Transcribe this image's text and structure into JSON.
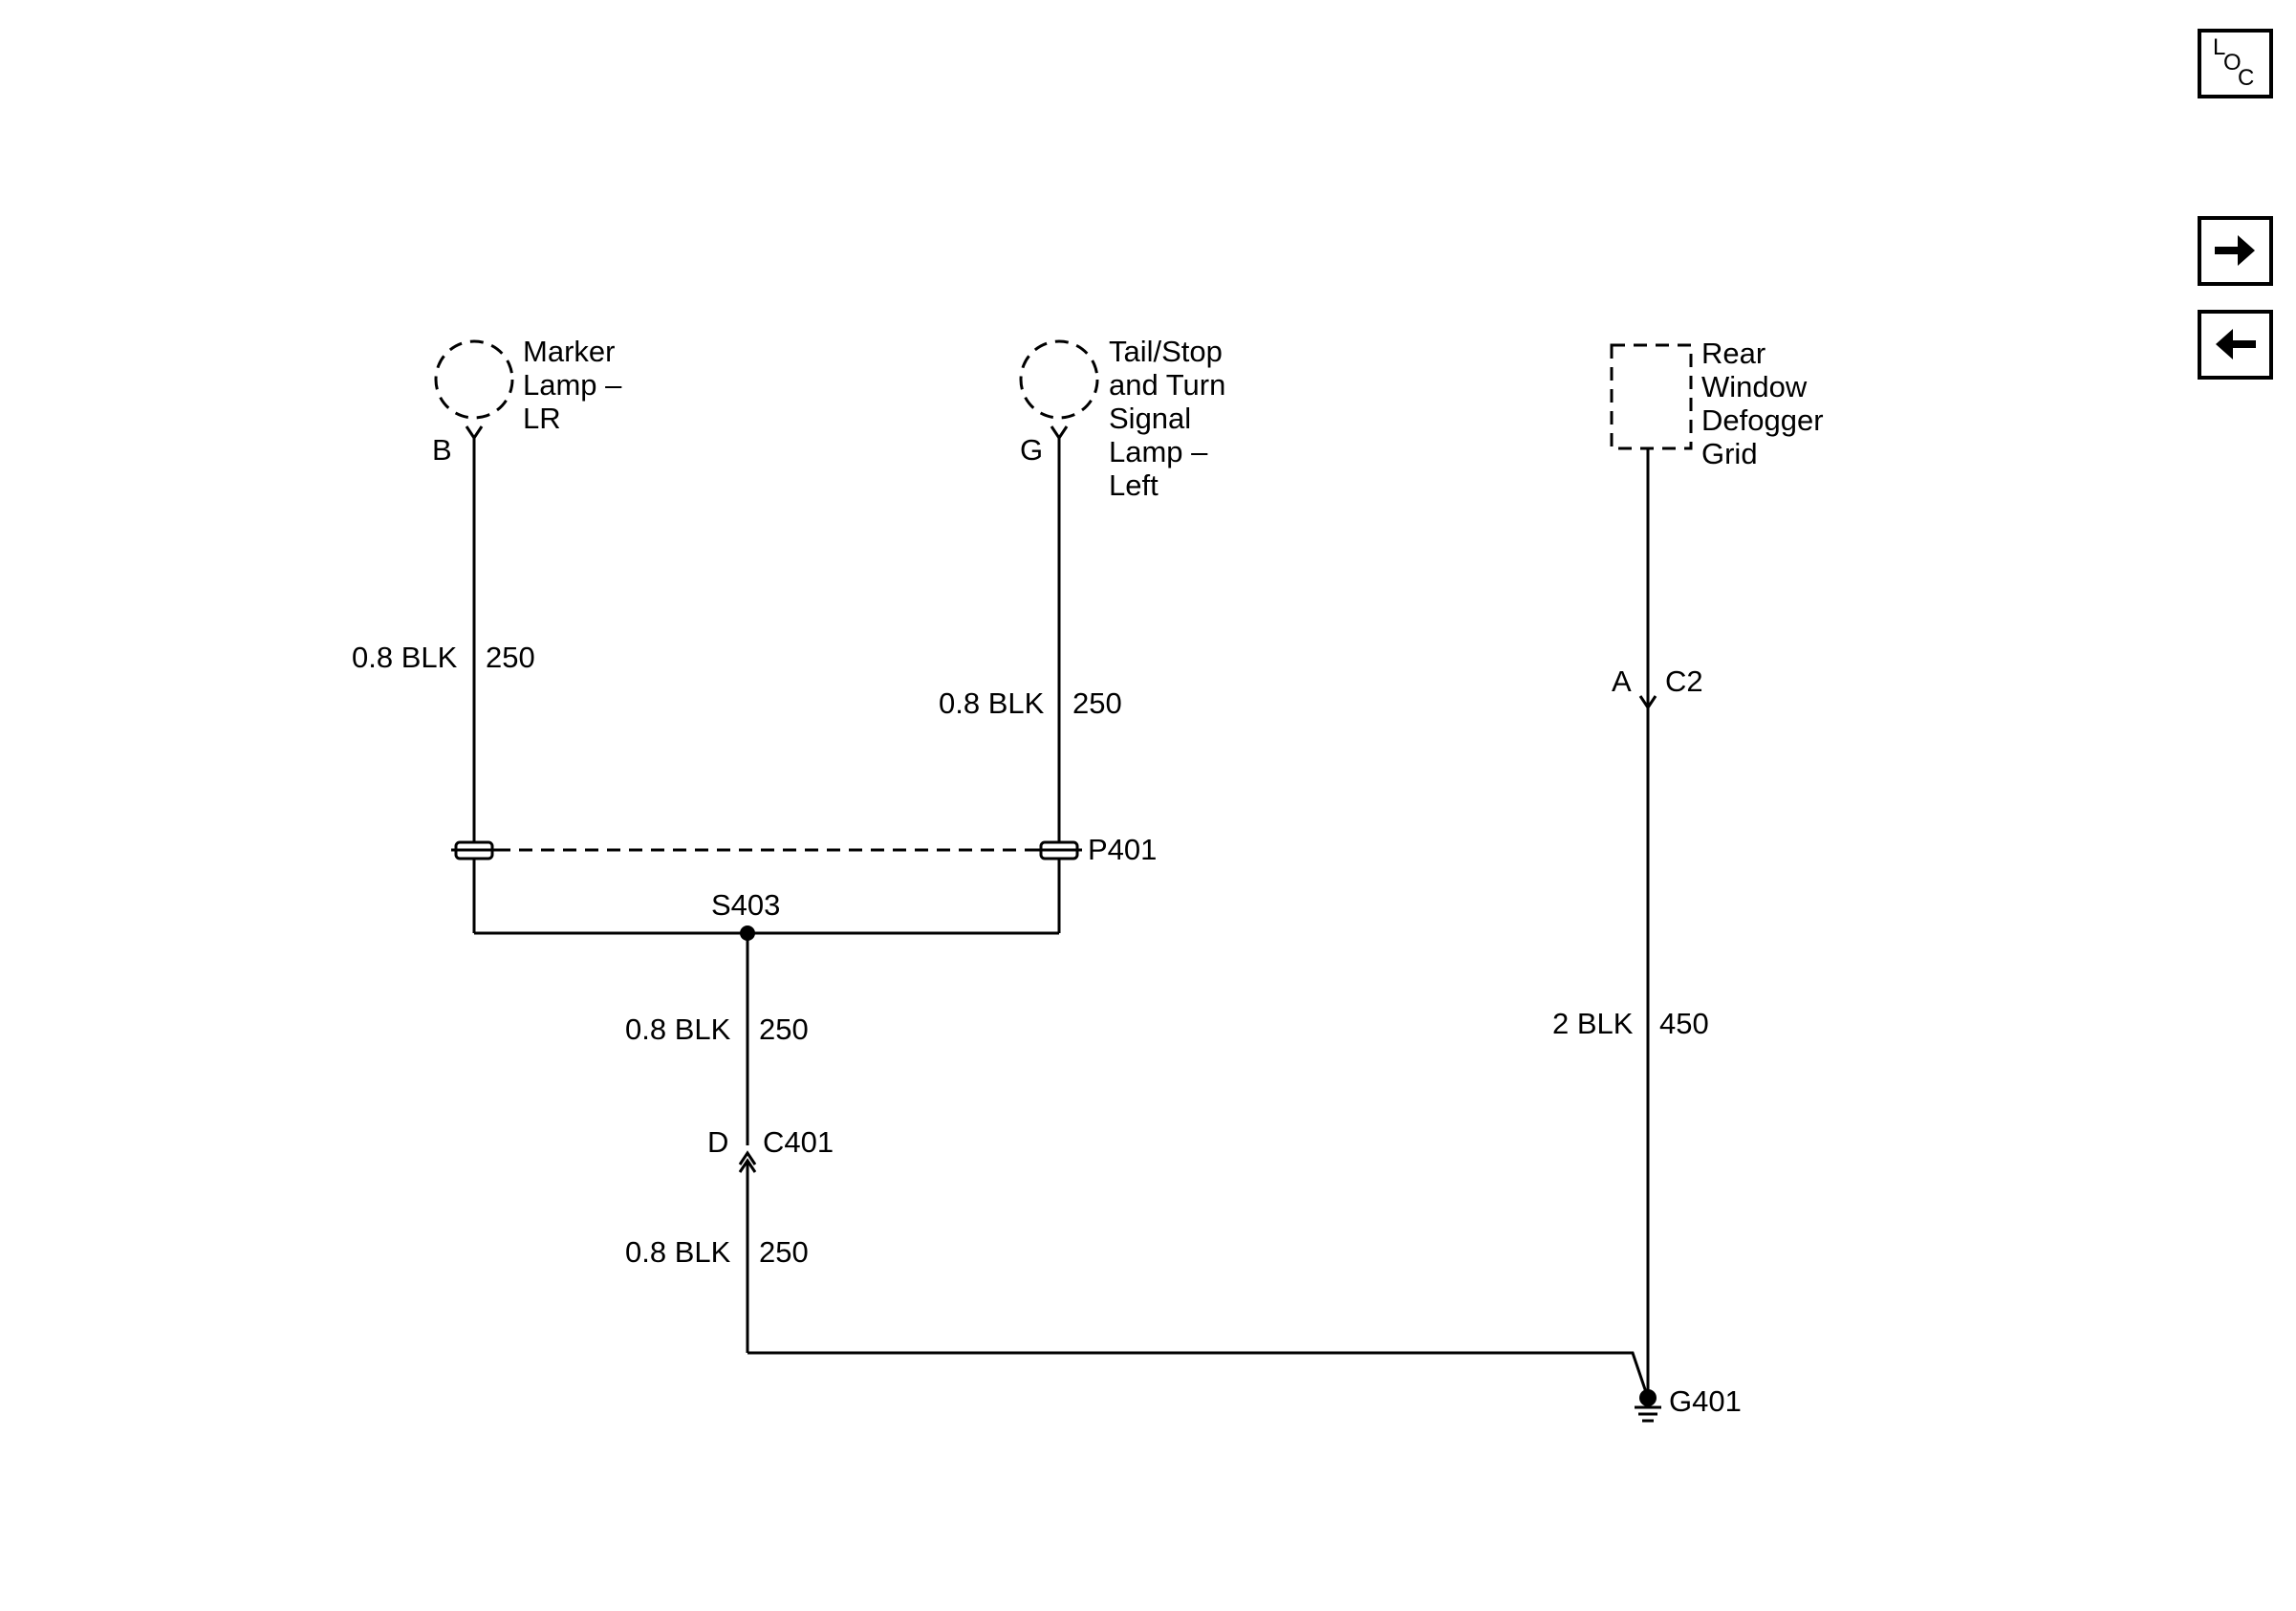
{
  "navigation": {
    "loc_letters": [
      "L",
      "O",
      "C"
    ],
    "next_icon": "arrow-right-icon",
    "prev_icon": "arrow-left-icon"
  },
  "components": {
    "marker_lamp": {
      "name_lines": [
        "Marker",
        "Lamp –",
        "LR"
      ],
      "pin": "B"
    },
    "tail_lamp": {
      "name_lines": [
        "Tail/Stop",
        "and Turn",
        "Signal",
        "Lamp –",
        "Left"
      ],
      "pin": "G"
    },
    "defogger": {
      "name_lines": [
        "Rear",
        "Window",
        "Defogger",
        "Grid"
      ]
    }
  },
  "wires": {
    "marker_lamp_wire": {
      "gauge_color": "0.8 BLK",
      "circuit": "250"
    },
    "tail_lamp_wire": {
      "gauge_color": "0.8 BLK",
      "circuit": "250"
    },
    "splice_to_c401": {
      "gauge_color": "0.8 BLK",
      "circuit": "250"
    },
    "c401_to_ground": {
      "gauge_color": "0.8 BLK",
      "circuit": "250"
    },
    "defogger_to_ground": {
      "gauge_color": "2 BLK",
      "circuit": "450"
    }
  },
  "connectors": {
    "c2": {
      "name": "C2",
      "pin": "A"
    },
    "c401": {
      "name": "C401",
      "pin": "D"
    },
    "p401": {
      "name": "P401"
    }
  },
  "splices": {
    "s403": {
      "name": "S403"
    }
  },
  "grounds": {
    "g401": {
      "name": "G401"
    }
  }
}
